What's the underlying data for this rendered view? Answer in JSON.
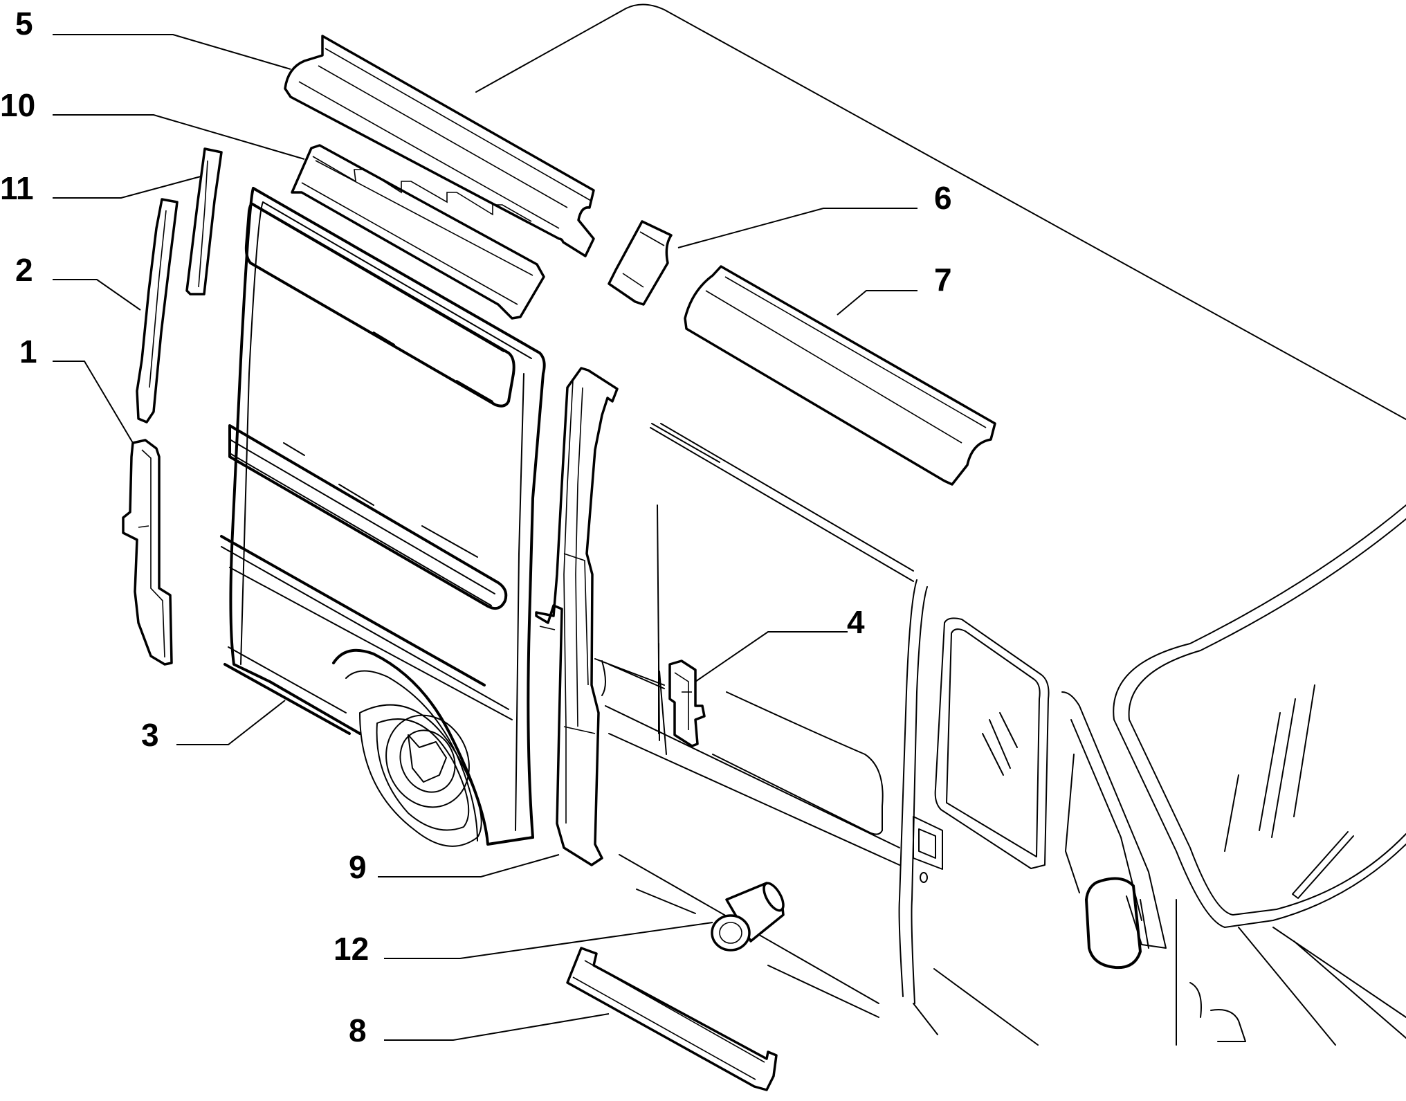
{
  "callouts": [
    {
      "id": "5",
      "label": "5"
    },
    {
      "id": "10",
      "label": "10"
    },
    {
      "id": "11",
      "label": "11"
    },
    {
      "id": "2",
      "label": "2"
    },
    {
      "id": "1",
      "label": "1"
    },
    {
      "id": "3",
      "label": "3"
    },
    {
      "id": "6",
      "label": "6"
    },
    {
      "id": "7",
      "label": "7"
    },
    {
      "id": "4",
      "label": "4"
    },
    {
      "id": "9",
      "label": "9"
    },
    {
      "id": "12",
      "label": "12"
    },
    {
      "id": "8",
      "label": "8"
    }
  ]
}
